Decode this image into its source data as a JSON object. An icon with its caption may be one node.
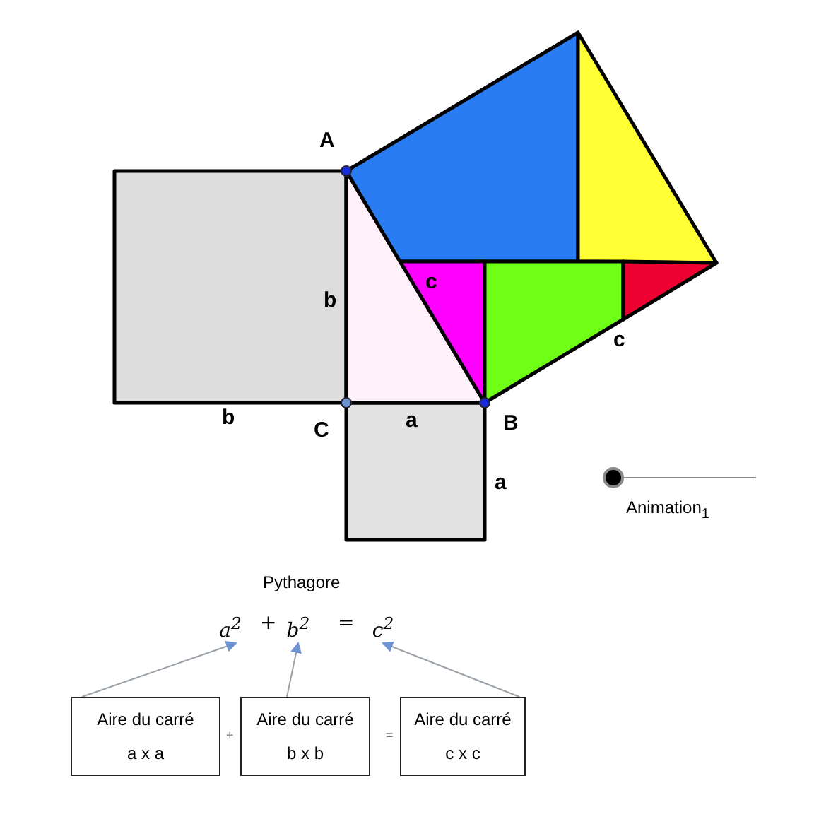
{
  "diagram": {
    "nodes": [
      {
        "text": [
          "a$^{2}$"
        ]
      },
      {
        "text": [
          "b$^{2}$"
        ]
      },
      {
        "text": [
          "c$^{2}$"
        ]
      },
      {
        "text": [
          "Aire du carré",
          "a x a"
        ]
      },
      {
        "text": [
          "Aire du carré",
          "b x b"
        ]
      },
      {
        "text": [
          "Aire du carré",
          "c x c"
        ]
      }
    ],
    "edges": [
      {
        "from": 3,
        "to": 0,
        "arrow": "to"
      },
      {
        "from": 4,
        "to": 1,
        "arrow": "to"
      },
      {
        "from": 5,
        "to": 2,
        "arrow": "to"
      }
    ],
    "labels": [
      "A",
      "c",
      "b",
      "c",
      "b",
      "C",
      "a",
      "B",
      "a",
      "Animation$_{1}$",
      "Pythagore",
      "+",
      "=",
      "+",
      "="
    ]
  }
}
